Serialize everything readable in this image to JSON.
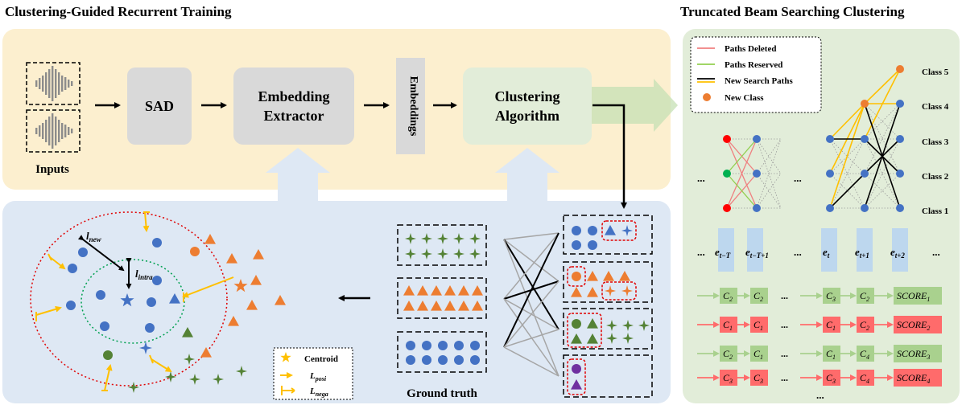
{
  "titles": {
    "left": "Clustering-Guided Recurrent Training",
    "right": "Truncated Beam Searching Clustering"
  },
  "pipeline": {
    "inputs": "Inputs",
    "sad": "SAD",
    "extractor_line1": "Embedding",
    "extractor_line2": "Extractor",
    "embeddings": "Embeddings",
    "clustering_line1": "Clustering",
    "clustering_line2": "Algorithm"
  },
  "loss_panel": {
    "l_new": "l",
    "l_new_sub": "new",
    "l_intra": "l",
    "l_intra_sub": "intra",
    "legend": {
      "centroid": "Centroid",
      "l_posi": "L",
      "l_posi_sub": "posi",
      "l_nega": "L",
      "l_nega_sub": "nega"
    },
    "ground_truth": "Ground truth"
  },
  "beam": {
    "legend": {
      "deleted": "Paths Deleted",
      "reserved": "Paths Reserved",
      "new_paths": "New Search Paths",
      "new_class": "New Class"
    },
    "classes": [
      "Class 5",
      "Class 4",
      "Class 3",
      "Class 2",
      "Class 1"
    ],
    "ellipsis": "...",
    "embeddings": [
      {
        "base": "e",
        "sub": "t−T"
      },
      {
        "base": "e",
        "sub": "t−T+1"
      },
      {
        "base": "e",
        "sub": "t"
      },
      {
        "base": "e",
        "sub": "t+1"
      },
      {
        "base": "e",
        "sub": "t+2"
      }
    ],
    "score_rows": [
      {
        "kind": "reserved",
        "cells": [
          [
            "C",
            "2"
          ],
          [
            "C",
            "2"
          ],
          [
            "C",
            "3"
          ],
          [
            "C",
            "2"
          ]
        ],
        "score": [
          "SCORE",
          "1"
        ]
      },
      {
        "kind": "deleted",
        "cells": [
          [
            "C",
            "1"
          ],
          [
            "C",
            "1"
          ],
          [
            "C",
            "1"
          ],
          [
            "C",
            "2"
          ]
        ],
        "score": [
          "SCORE",
          "2"
        ]
      },
      {
        "kind": "reserved",
        "cells": [
          [
            "C",
            "2"
          ],
          [
            "C",
            "1"
          ],
          [
            "C",
            "1"
          ],
          [
            "C",
            "4"
          ]
        ],
        "score": [
          "SCORE",
          "3"
        ]
      },
      {
        "kind": "deleted",
        "cells": [
          [
            "C",
            "3"
          ],
          [
            "C",
            "3"
          ],
          [
            "C",
            "3"
          ],
          [
            "C",
            "4"
          ]
        ],
        "score": [
          "SCORE",
          "4"
        ]
      }
    ]
  },
  "colors": {
    "yellow_panel": "#fcefcf",
    "blue_panel": "#dee8f4",
    "green_panel": "#e2edd9",
    "gray_box": "#d9d9d9",
    "blue_dot": "#4472c4",
    "orange": "#ed7d31",
    "green_mark": "#548235",
    "purple": "#7030a0",
    "red_path": "#f08080",
    "green_path": "#92d050",
    "gold_path": "#ffc000",
    "red_node": "#ff0000",
    "green_node": "#00b050"
  }
}
